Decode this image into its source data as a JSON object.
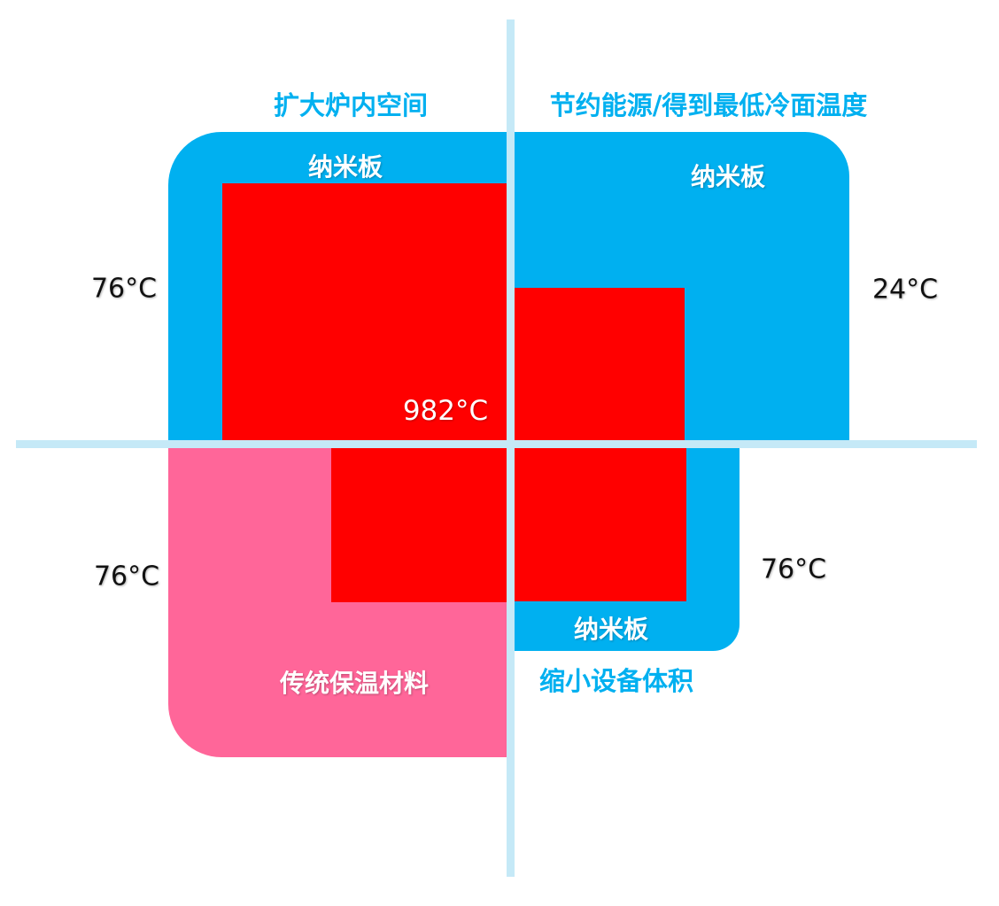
{
  "headings": {
    "top_left": "扩大炉内空间",
    "top_right": "节约能源/得到最低冷面温度",
    "bottom_right": "缩小设备体积"
  },
  "labels": {
    "nano_top_left": "纳米板",
    "nano_top_right": "纳米板",
    "nano_bottom_right": "纳米板",
    "traditional": "传统保温材料"
  },
  "temperatures": {
    "hot_face": "982°C",
    "top_left": "76°C",
    "top_right": "24°C",
    "bottom_left": "76°C",
    "bottom_right": "76°C"
  },
  "colors": {
    "nano_panel": "#00b0f0",
    "hot_zone": "#ff0000",
    "traditional_insulation": "#ff6699",
    "divider": "#c5e9f7"
  }
}
